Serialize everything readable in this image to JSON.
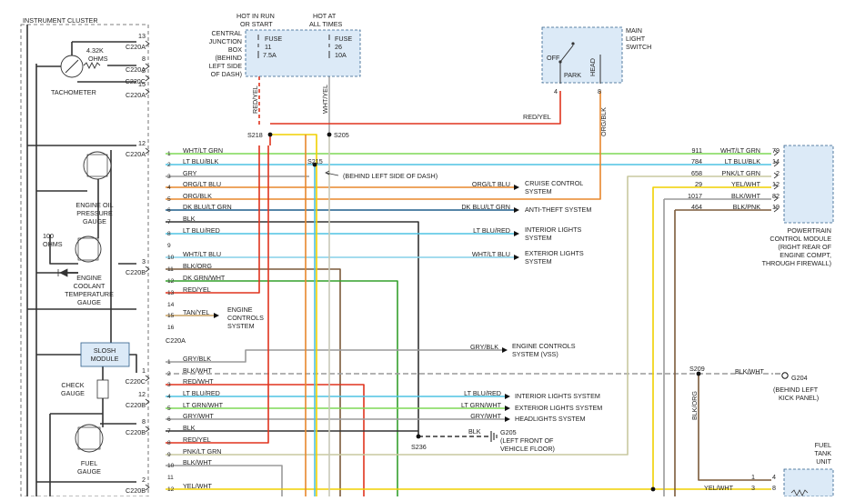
{
  "header": {
    "cluster_title": "INSTRUMENT CLUSTER",
    "hot_run": [
      "HOT IN RUN",
      "OR START"
    ],
    "hot_all": [
      "HOT AT",
      "ALL TIMES"
    ],
    "cjb": [
      "CENTRAL",
      "JUNCTION",
      "BOX",
      "(BEHIND",
      "LEFT SIDE",
      "OF DASH)"
    ],
    "fuse11": [
      "FUSE",
      "11",
      "7.5A"
    ],
    "fuse26": [
      "FUSE",
      "26",
      "10A"
    ],
    "main_switch": [
      "MAIN",
      "LIGHT",
      "SWITCH"
    ],
    "switch_off": "OFF",
    "switch_park": "PARK",
    "switch_head": "HEAD",
    "pin4": "4",
    "pin8": "8"
  },
  "splices": {
    "s218": "S218",
    "s205": "S205",
    "s215": "S215",
    "s215_note": "(BEHIND LEFT SIDE OF DASH)",
    "s236": "S236",
    "s209": "S209",
    "g205": "G205",
    "g205_note": [
      "(LEFT FRONT OF",
      "VEHICLE FLOOR)"
    ],
    "g204": "G204",
    "g204_note": [
      "(BEHIND LEFT",
      "KICK PANEL)"
    ]
  },
  "cluster": {
    "tach_ohms": [
      "4.32K",
      "OHMS"
    ],
    "tachometer": "TACHOMETER",
    "oil_gauge": [
      "ENGINE OIL",
      "PRESSURE",
      "GAUGE"
    ],
    "coolant_ohms": [
      "100",
      "OHMS"
    ],
    "coolant_gauge": [
      "ENGINE",
      "COOLANT",
      "TEMPERATURE",
      "GAUGE"
    ],
    "slosh": [
      "SLOSH",
      "MODULE"
    ],
    "check_gauge": [
      "CHECK",
      "GAUGE"
    ],
    "fuel_gauge": [
      "FUEL",
      "GAUGE"
    ]
  },
  "connectors": [
    {
      "name": "C220A",
      "pin": "13"
    },
    {
      "name": "C220A",
      "pin": "8"
    },
    {
      "name": "C220C",
      "pin": "2"
    },
    {
      "name": "C220A",
      "pin": "15"
    },
    {
      "name": "C220A",
      "pin": "12"
    },
    {
      "name": "C220B",
      "pin": "3"
    },
    {
      "name": "C220C",
      "pin": "1"
    },
    {
      "name": "C220B",
      "pin": "12"
    },
    {
      "name": "C220B",
      "pin": "8"
    },
    {
      "name": "C220B",
      "pin": "2"
    }
  ],
  "c220a_label": "C220A",
  "pins_a": [
    {
      "n": "1",
      "wire": "WHT/LT GRN"
    },
    {
      "n": "2",
      "wire": "LT BLU/BLK"
    },
    {
      "n": "3",
      "wire": "GRY"
    },
    {
      "n": "4",
      "wire": "ORG/LT BLU"
    },
    {
      "n": "5",
      "wire": "ORG/BLK"
    },
    {
      "n": "6",
      "wire": "DK BLU/LT GRN"
    },
    {
      "n": "7",
      "wire": "BLK"
    },
    {
      "n": "8",
      "wire": "LT BLU/RED"
    },
    {
      "n": "9",
      "wire": ""
    },
    {
      "n": "10",
      "wire": "WHT/LT BLU"
    },
    {
      "n": "11",
      "wire": "BLK/ORG"
    },
    {
      "n": "12",
      "wire": "DK GRN/WHT"
    },
    {
      "n": "13",
      "wire": "RED/YEL"
    },
    {
      "n": "14",
      "wire": ""
    },
    {
      "n": "15",
      "wire": "TAN/YEL"
    },
    {
      "n": "16",
      "wire": ""
    }
  ],
  "pins_b": [
    {
      "n": "1",
      "wire": "GRY/BLK"
    },
    {
      "n": "2",
      "wire": "BLK/WHT"
    },
    {
      "n": "3",
      "wire": "RED/WHT"
    },
    {
      "n": "4",
      "wire": "LT BLU/RED"
    },
    {
      "n": "5",
      "wire": "LT GRN/WHT"
    },
    {
      "n": "6",
      "wire": "GRY/WHT"
    },
    {
      "n": "7",
      "wire": "BLK"
    },
    {
      "n": "8",
      "wire": "RED/YEL"
    },
    {
      "n": "9",
      "wire": "PNK/LT GRN"
    },
    {
      "n": "10",
      "wire": "BLK/WHT"
    },
    {
      "n": "11",
      "wire": ""
    },
    {
      "n": "12",
      "wire": "YEL/WHT"
    }
  ],
  "vertical_labels": {
    "red_yel": "RED/YEL",
    "wht_yel": "WHT/YEL",
    "org_blk": "ORG/BLK",
    "blk_org": "BLK/ORG"
  },
  "top_wire_label": "RED/YEL",
  "destinations": {
    "cruise": {
      "wire": "ORG/LT BLU",
      "label": [
        "CRUISE CONTROL",
        "SYSTEM"
      ]
    },
    "antitheft": {
      "wire": "DK BLU/LT GRN",
      "label": [
        "ANTI-THEFT SYSTEM"
      ]
    },
    "interior1": {
      "wire": "LT BLU/RED",
      "label": [
        "INTERIOR LIGHTS",
        "SYSTEM"
      ]
    },
    "exterior1": {
      "wire": "WHT/LT BLU",
      "label": [
        "EXTERIOR LIGHTS",
        "SYSTEM"
      ]
    },
    "engine_ctrl": {
      "wire": "",
      "label": [
        "ENGINE",
        "CONTROLS",
        "SYSTEM"
      ]
    },
    "vss": {
      "wire": "GRY/BLK",
      "label": [
        "ENGINE CONTROLS",
        "SYSTEM (VSS)"
      ]
    },
    "interior2": {
      "wire": "LT BLU/RED",
      "label": [
        "INTERIOR LIGHTS SYSTEM"
      ]
    },
    "exterior2": {
      "wire": "LT GRN/WHT",
      "label": [
        "EXTERIOR LIGHTS SYSTEM"
      ]
    },
    "headlights": {
      "wire": "GRY/WHT",
      "label": [
        "HEADLIGHTS SYSTEM"
      ]
    },
    "g205_wire": "BLK",
    "g204_wire": "BLK/WHT"
  },
  "pcm": {
    "label": [
      "POWERTRAIN",
      "CONTROL MODULE",
      "(RIGHT REAR OF",
      "ENGINE COMPT,",
      "THROUGH FIREWALL)"
    ],
    "rows": [
      {
        "circuit": "911",
        "wire": "WHT/LT GRN",
        "pin": "79"
      },
      {
        "circuit": "784",
        "wire": "LT BLU/BLK",
        "pin": "14"
      },
      {
        "circuit": "658",
        "wire": "PNK/LT GRN",
        "pin": "2"
      },
      {
        "circuit": "29",
        "wire": "YEL/WHT",
        "pin": "12"
      },
      {
        "circuit": "1017",
        "wire": "BLK/WHT",
        "pin": "82"
      },
      {
        "circuit": "464",
        "wire": "BLK/PNK",
        "pin": "19"
      }
    ]
  },
  "fuel_tank": {
    "label": [
      "FUEL",
      "TANK",
      "UNIT"
    ],
    "row1": {
      "circuit": "",
      "pin_left": "1",
      "pin_right": "4"
    },
    "row2": {
      "wire": "YEL/WHT",
      "pin_left": "3",
      "pin_right": "8"
    }
  },
  "colors": {
    "red": "#e0341e",
    "orange": "#e8872c",
    "yellow": "#f0d000",
    "ltblue": "#4ec3e3",
    "green": "#33a02c",
    "ltgreen": "#7ed957",
    "gray": "#9a9a9a",
    "brown": "#7b5a3a",
    "dkblue": "#1f5f8b",
    "tan": "#c8a060",
    "fuse_fill": "#dceaf7",
    "box_stroke": "#2f5f8a"
  }
}
